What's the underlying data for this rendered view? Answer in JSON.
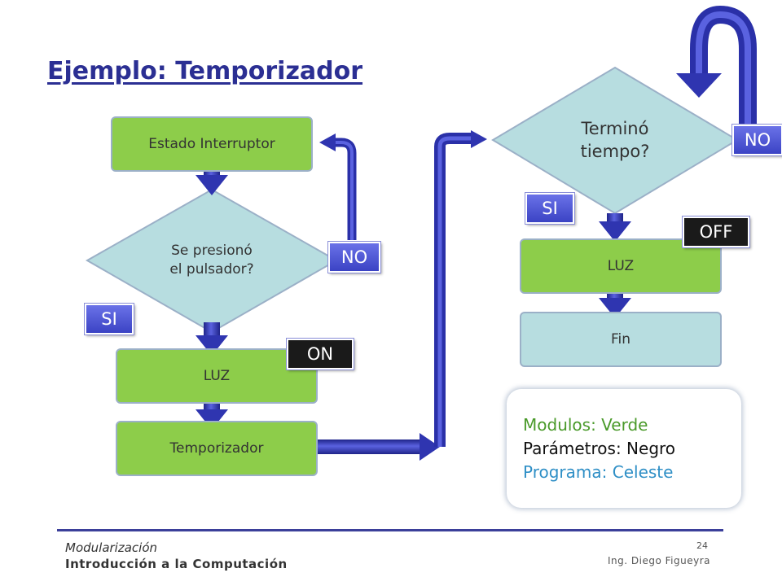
{
  "title": "Ejemplo: Temporizador",
  "nodes": {
    "estado": "Estado Interruptor",
    "presiono": "Se presionó\nel pulsador?",
    "luz1": "LUZ",
    "temporizador": "Temporizador",
    "termino": "Terminó\ntiempo?",
    "luz2": "LUZ",
    "fin": "Fin"
  },
  "tags": {
    "no1": "NO",
    "si1": "SI",
    "on": "ON",
    "no2": "NO",
    "si2": "SI",
    "off": "OFF"
  },
  "legend": {
    "modulos": "Modulos: Verde",
    "parametros": "Parámetros: Negro",
    "programa": "Programa: Celeste"
  },
  "footer": {
    "module": "Modularización",
    "course": "Introducción a la Computación",
    "page": "24",
    "author": "Ing. Diego Figueyra"
  },
  "colors": {
    "module": "#8dcd4a",
    "program": "#b7dde0",
    "arrow": "#3a3fb8",
    "legend_green": "#4a9a2a",
    "legend_blue": "#2f8fc6",
    "title": "#2b2f93"
  }
}
